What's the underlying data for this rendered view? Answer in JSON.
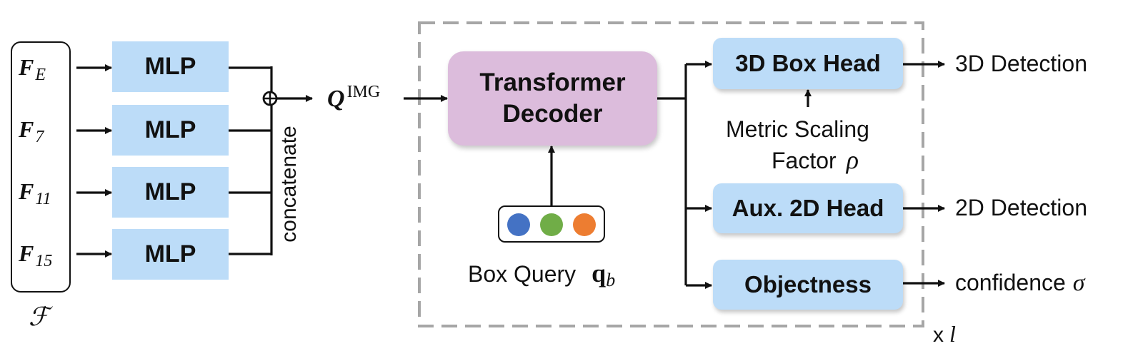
{
  "features": {
    "symbol": "F",
    "items": [
      {
        "sub": "E"
      },
      {
        "sub": "7"
      },
      {
        "sub": "11"
      },
      {
        "sub": "15"
      }
    ],
    "set_label": "ℱ"
  },
  "mlp_label": "MLP",
  "concatenate_label": "concatenate",
  "q_img": {
    "symbol": "Q",
    "sup": "IMG"
  },
  "decoder": {
    "line1": "Transformer",
    "line2": "Decoder"
  },
  "box_query": {
    "label": "Box Query",
    "symbol": "q",
    "sub": "b",
    "dot_colors": [
      "#4472c4",
      "#70ad47",
      "#ed7d31"
    ]
  },
  "heads": {
    "box3d": "3D Box Head",
    "aux2d": "Aux. 2D Head",
    "objectness": "Objectness"
  },
  "metric_scaling": {
    "line1": "Metric Scaling",
    "line2": "Factor",
    "symbol": "ρ"
  },
  "outputs": {
    "det3d": "3D Detection",
    "det2d": "2D Detection",
    "confidence": "confidence",
    "confidence_symbol": "σ"
  },
  "repeat": {
    "prefix": "x",
    "symbol": "l"
  },
  "colors": {
    "mlp_fill": "#bcdcf8",
    "decoder_fill": "#dcbcdc",
    "dashed_border": "#a6a6a6"
  }
}
